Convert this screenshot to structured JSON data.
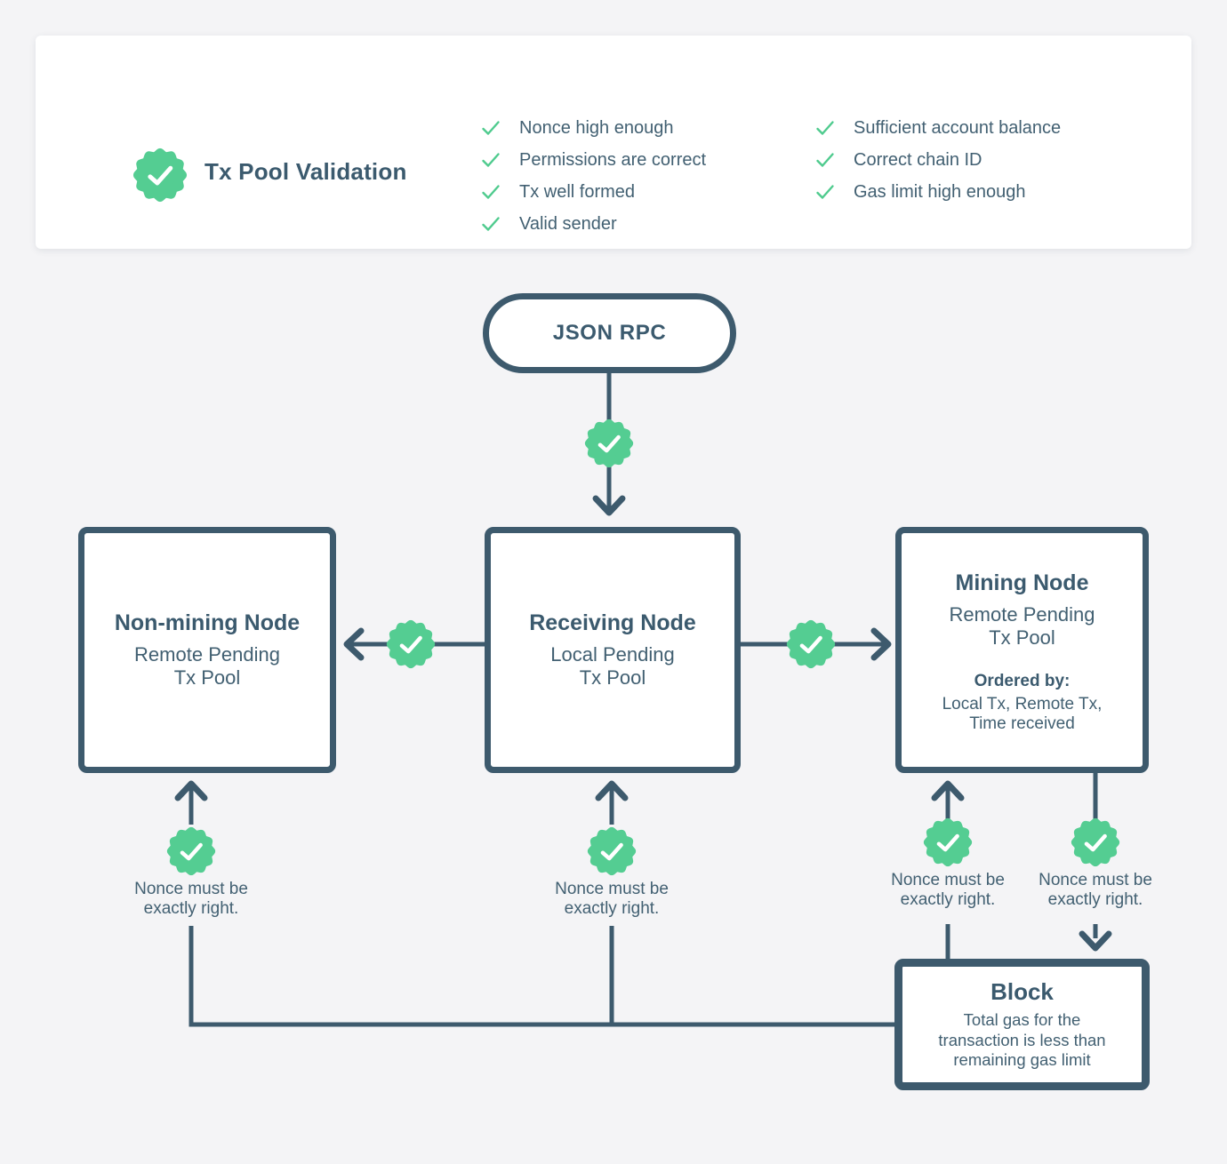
{
  "colors": {
    "accent_green": "#54cd92",
    "check_green": "#4fcb8e",
    "dark_slate": "#3d5a6d",
    "background": "#f4f4f6",
    "card_bg": "#ffffff"
  },
  "header": {
    "title": "Tx Pool Validation",
    "checks_left": [
      "Nonce high enough",
      "Permissions are correct",
      "Tx well formed",
      "Valid sender"
    ],
    "checks_right": [
      "Sufficient account balance",
      "Correct chain ID",
      "Gas limit high enough"
    ]
  },
  "diagram": {
    "json_rpc": {
      "label": "JSON RPC"
    },
    "non_mining_node": {
      "title": "Non-mining Node",
      "subtitle": "Remote Pending\nTx Pool"
    },
    "receiving_node": {
      "title": "Receiving Node",
      "subtitle": "Local Pending\nTx Pool"
    },
    "mining_node": {
      "title": "Mining Node",
      "subtitle": "Remote Pending\nTx Pool",
      "ordered_by_label": "Ordered by:",
      "ordered_by_value": "Local Tx, Remote Tx,\nTime received"
    },
    "block": {
      "title": "Block",
      "body": "Total gas for the\ntransaction is less than\nremaining gas limit"
    },
    "nonce_note": "Nonce must be\nexactly right."
  }
}
